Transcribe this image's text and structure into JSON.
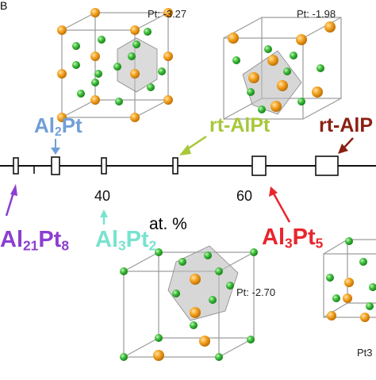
{
  "panel_letter": "B",
  "phases": {
    "al2pt": {
      "base": "Al",
      "sub1": "2",
      "base2": "Pt",
      "color": "#6f9fd8"
    },
    "rt_alpt": {
      "text": "rt-AlPt",
      "color": "#a6c83a"
    },
    "rt_alpt_partial": {
      "text": "rt-AlP",
      "color": "#8b1f12"
    },
    "al21pt8": {
      "base": "Al",
      "sub1": "21",
      "base2": "Pt",
      "sub2": "8",
      "color": "#8c3fd0"
    },
    "al3pt2": {
      "base": "Al",
      "sub1": "3",
      "base2": "Pt",
      "sub2": "2",
      "color": "#78e3cf"
    },
    "al3pt5": {
      "base": "Al",
      "sub1": "3",
      "base2": "Pt",
      "sub2": "5",
      "color": "#e8262e"
    }
  },
  "axis": {
    "tick_40": "40",
    "tick_60": "60",
    "label": "at. %"
  },
  "pt_values": {
    "top_left": "Pt: -3.27",
    "top_right": "Pt: -1.98",
    "bottom_mid": "Pt: -2.70",
    "bottom_right": "Pt3"
  },
  "colors": {
    "pt_atom": "#f39b1a",
    "al_atom": "#3fbf3f",
    "polyhedron": "#bdbdbd",
    "cell_edge": "#9a9a9a"
  }
}
